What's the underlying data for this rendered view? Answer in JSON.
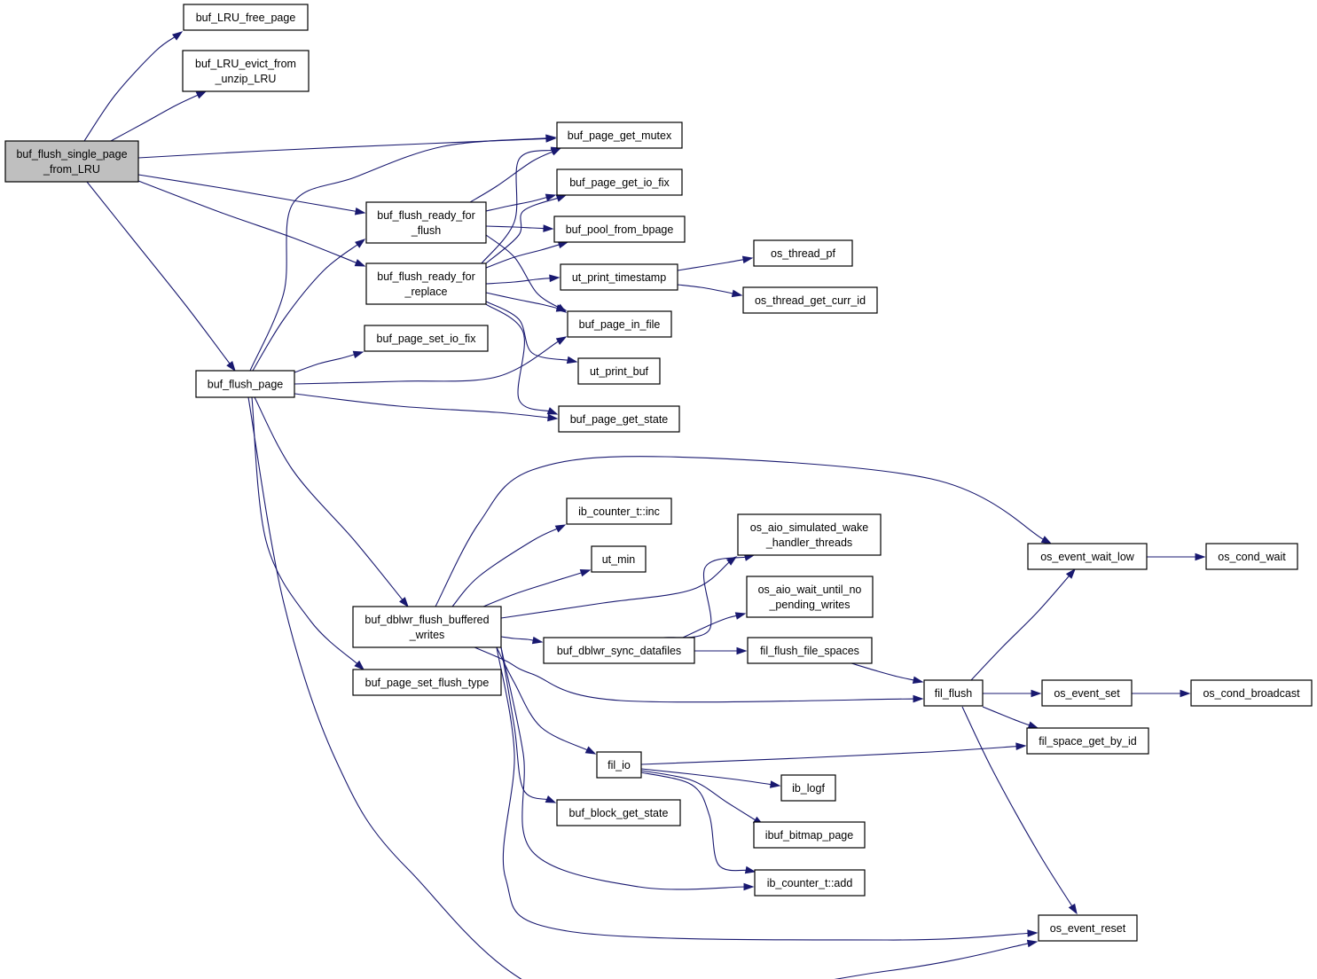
{
  "diagram": {
    "type": "call-graph",
    "colors": {
      "edge": "#191970",
      "root_fill": "#bfbfbf",
      "node_fill": "#ffffff",
      "border": "#000000"
    },
    "nodes": [
      {
        "id": "n0",
        "lines": [
          "buf_flush_single_page",
          "_from_LRU"
        ],
        "root": true
      },
      {
        "id": "n1",
        "lines": [
          "buf_LRU_free_page"
        ]
      },
      {
        "id": "n2",
        "lines": [
          "buf_LRU_evict_from",
          "_unzip_LRU"
        ]
      },
      {
        "id": "n3",
        "lines": [
          "buf_page_get_mutex"
        ]
      },
      {
        "id": "n4",
        "lines": [
          "buf_flush_ready_for",
          "_flush"
        ]
      },
      {
        "id": "n5",
        "lines": [
          "buf_flush_ready_for",
          "_replace"
        ]
      },
      {
        "id": "n6",
        "lines": [
          "buf_flush_page"
        ]
      },
      {
        "id": "n7",
        "lines": [
          "buf_page_get_io_fix"
        ]
      },
      {
        "id": "n8",
        "lines": [
          "buf_pool_from_bpage"
        ]
      },
      {
        "id": "n9",
        "lines": [
          "buf_page_in_file"
        ]
      },
      {
        "id": "n10",
        "lines": [
          "ut_print_timestamp"
        ]
      },
      {
        "id": "n11",
        "lines": [
          "ut_print_buf"
        ]
      },
      {
        "id": "n12",
        "lines": [
          "buf_page_get_state"
        ]
      },
      {
        "id": "n13",
        "lines": [
          "os_thread_pf"
        ]
      },
      {
        "id": "n14",
        "lines": [
          "os_thread_get_curr_id"
        ]
      },
      {
        "id": "n15",
        "lines": [
          "buf_page_set_io_fix"
        ]
      },
      {
        "id": "n16",
        "lines": [
          "buf_dblwr_flush_buffered",
          "_writes"
        ]
      },
      {
        "id": "n17",
        "lines": [
          "buf_page_set_flush_type"
        ]
      },
      {
        "id": "n18",
        "lines": [
          "os_event_reset"
        ]
      },
      {
        "id": "n19",
        "lines": [
          "ib_counter_t::inc"
        ]
      },
      {
        "id": "n20",
        "lines": [
          "ut_min"
        ]
      },
      {
        "id": "n21",
        "lines": [
          "os_aio_simulated_wake",
          "_handler_threads"
        ]
      },
      {
        "id": "n22",
        "lines": [
          "buf_dblwr_sync_datafiles"
        ]
      },
      {
        "id": "n23",
        "lines": [
          "os_event_wait_low"
        ]
      },
      {
        "id": "n24",
        "lines": [
          "fil_flush"
        ]
      },
      {
        "id": "n25",
        "lines": [
          "fil_io"
        ]
      },
      {
        "id": "n26",
        "lines": [
          "buf_block_get_state"
        ]
      },
      {
        "id": "n27",
        "lines": [
          "ib_counter_t::add"
        ]
      },
      {
        "id": "n28",
        "lines": [
          "os_aio_wait_until_no",
          "_pending_writes"
        ]
      },
      {
        "id": "n29",
        "lines": [
          "fil_flush_file_spaces"
        ]
      },
      {
        "id": "n30",
        "lines": [
          "os_cond_wait"
        ]
      },
      {
        "id": "n31",
        "lines": [
          "os_event_set"
        ]
      },
      {
        "id": "n32",
        "lines": [
          "fil_space_get_by_id"
        ]
      },
      {
        "id": "n33",
        "lines": [
          "os_cond_broadcast"
        ]
      },
      {
        "id": "n34",
        "lines": [
          "ib_logf"
        ]
      },
      {
        "id": "n35",
        "lines": [
          "ibuf_bitmap_page"
        ]
      }
    ],
    "edges": [
      {
        "from": "n0",
        "to": "n1"
      },
      {
        "from": "n0",
        "to": "n2"
      },
      {
        "from": "n0",
        "to": "n3"
      },
      {
        "from": "n0",
        "to": "n4"
      },
      {
        "from": "n0",
        "to": "n5"
      },
      {
        "from": "n0",
        "to": "n6"
      },
      {
        "from": "n4",
        "to": "n3"
      },
      {
        "from": "n4",
        "to": "n7"
      },
      {
        "from": "n4",
        "to": "n8"
      },
      {
        "from": "n4",
        "to": "n9"
      },
      {
        "from": "n5",
        "to": "n3"
      },
      {
        "from": "n5",
        "to": "n7"
      },
      {
        "from": "n5",
        "to": "n8"
      },
      {
        "from": "n5",
        "to": "n10"
      },
      {
        "from": "n5",
        "to": "n9"
      },
      {
        "from": "n5",
        "to": "n11"
      },
      {
        "from": "n5",
        "to": "n12"
      },
      {
        "from": "n10",
        "to": "n13"
      },
      {
        "from": "n10",
        "to": "n14"
      },
      {
        "from": "n6",
        "to": "n3"
      },
      {
        "from": "n6",
        "to": "n4"
      },
      {
        "from": "n6",
        "to": "n15"
      },
      {
        "from": "n6",
        "to": "n9"
      },
      {
        "from": "n6",
        "to": "n12"
      },
      {
        "from": "n6",
        "to": "n16"
      },
      {
        "from": "n6",
        "to": "n17"
      },
      {
        "from": "n6",
        "to": "n18"
      },
      {
        "from": "n16",
        "to": "n19"
      },
      {
        "from": "n16",
        "to": "n20"
      },
      {
        "from": "n16",
        "to": "n21"
      },
      {
        "from": "n16",
        "to": "n22"
      },
      {
        "from": "n16",
        "to": "n23"
      },
      {
        "from": "n16",
        "to": "n24"
      },
      {
        "from": "n16",
        "to": "n25"
      },
      {
        "from": "n16",
        "to": "n26"
      },
      {
        "from": "n16",
        "to": "n27"
      },
      {
        "from": "n16",
        "to": "n18"
      },
      {
        "from": "n22",
        "to": "n21"
      },
      {
        "from": "n22",
        "to": "n28"
      },
      {
        "from": "n22",
        "to": "n29"
      },
      {
        "from": "n29",
        "to": "n24"
      },
      {
        "from": "n24",
        "to": "n23"
      },
      {
        "from": "n24",
        "to": "n31"
      },
      {
        "from": "n24",
        "to": "n32"
      },
      {
        "from": "n24",
        "to": "n18"
      },
      {
        "from": "n23",
        "to": "n30"
      },
      {
        "from": "n31",
        "to": "n33"
      },
      {
        "from": "n25",
        "to": "n32"
      },
      {
        "from": "n25",
        "to": "n34"
      },
      {
        "from": "n25",
        "to": "n35"
      },
      {
        "from": "n25",
        "to": "n27"
      }
    ]
  }
}
